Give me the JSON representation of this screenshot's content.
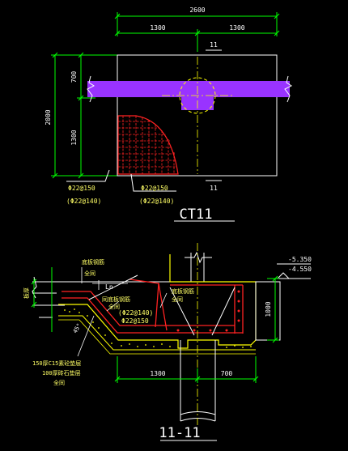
{
  "plan": {
    "dim_total": "2600",
    "dim_left": "1300",
    "dim_right": "1300",
    "section_mark_top": "11",
    "section_mark_bottom": "11",
    "dim_height_total": "2000",
    "dim_upper": "700",
    "dim_lower": "1300",
    "rebar_left": "Φ22@150",
    "rebar_left_alt": "(Φ22@140)",
    "rebar_right": "Φ22@150",
    "rebar_right_alt": "(Φ22@140)",
    "title": "CT11"
  },
  "section": {
    "elev_top": "-5.350",
    "elev_bottom": "-4.550",
    "label_top_rebar": "底板钢筋",
    "label_top_rebar_note": "全同",
    "label_ln": "Ln",
    "label_slope_rebar": "同底板钢筋",
    "label_slope_rebar_note": "全同",
    "label_right_rebar": "底板钢筋",
    "label_right_rebar_note": "全同",
    "rebar_alt": "(Φ22@140)",
    "rebar_main": "Φ22@150",
    "label_left_dim": "板厚",
    "label_angle": "45°",
    "cushion_line1": "150厚C15素砼垫层",
    "cushion_line2": "100厚砖石垫层",
    "cushion_line3": "全同",
    "dim_1300": "1300",
    "dim_700": "700",
    "dim_1000": "1000",
    "title": "11-11"
  },
  "colors": {
    "line": "#ffffff",
    "dim": "#00ff00",
    "outline": "#ffff00",
    "beam": "#9933ff",
    "rebar": "#ff2222",
    "text": "#ffff66",
    "cushion": "#ffff00"
  }
}
